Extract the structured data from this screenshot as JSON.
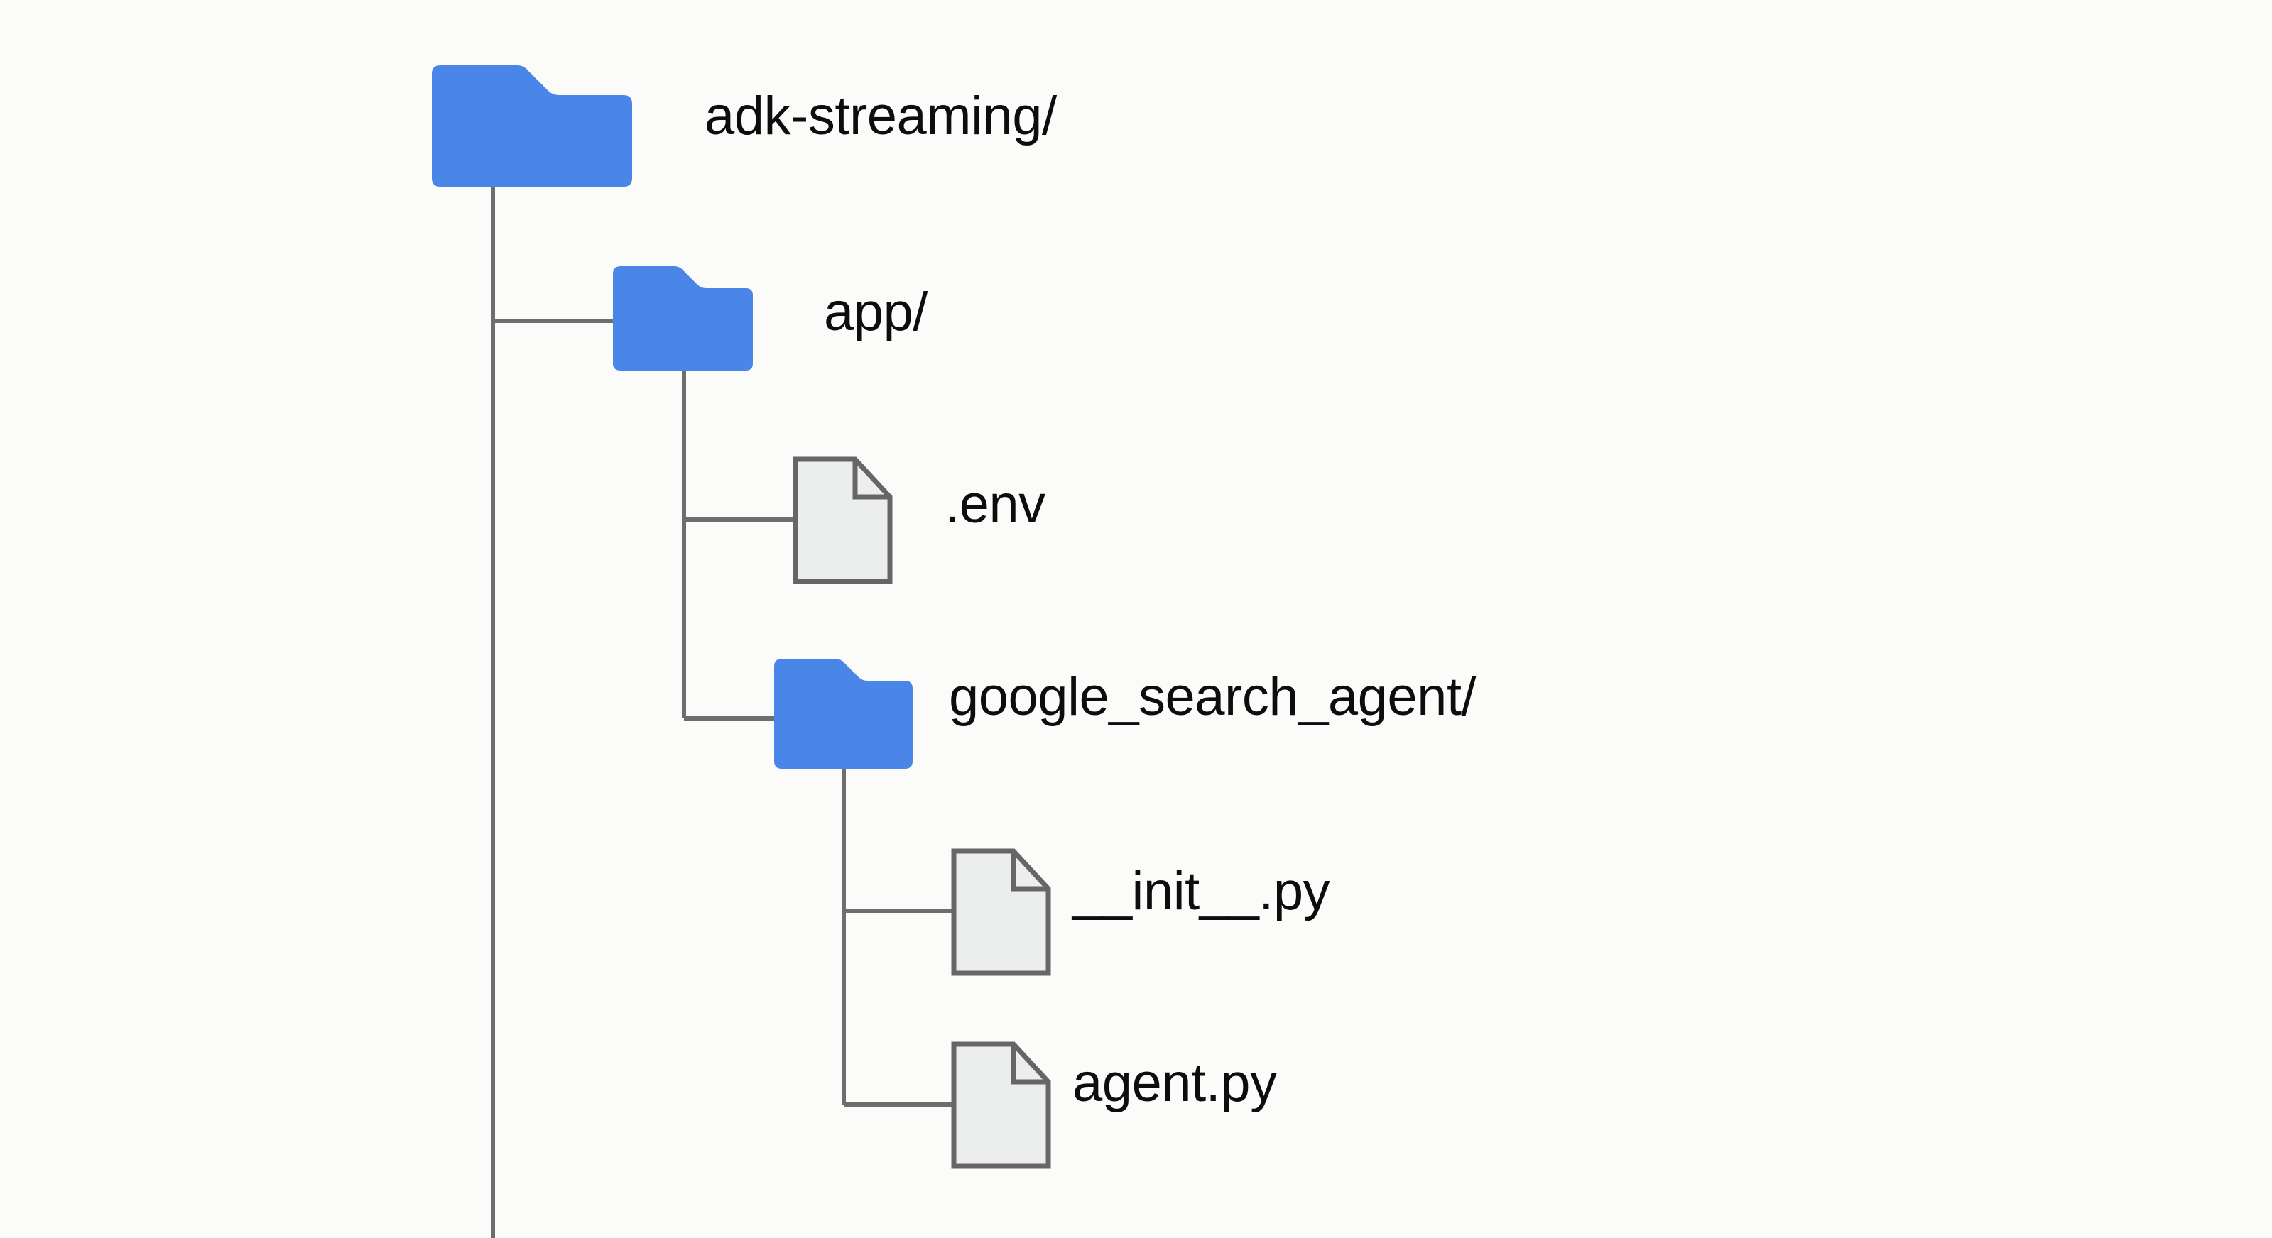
{
  "diagram": {
    "type": "directory-tree",
    "title": "adk-streaming project structure",
    "background_color": "#fbfbf9",
    "folder_color": "#4a86e8",
    "file_stroke_color": "#666666",
    "file_fill_color": "#eceded",
    "connector_color": "#6e6e6e",
    "text_color": "#0d0d0d",
    "nodes": [
      {
        "id": "root",
        "label": "adk-streaming/",
        "icon": "folder-icon",
        "kind": "folder",
        "depth": 0
      },
      {
        "id": "app",
        "label": "app/",
        "icon": "folder-icon",
        "kind": "folder",
        "depth": 1
      },
      {
        "id": "env",
        "label": ".env",
        "icon": "file-icon",
        "kind": "file",
        "depth": 2
      },
      {
        "id": "google_search_agent",
        "label": "google_search_agent/",
        "icon": "folder-icon",
        "kind": "folder",
        "depth": 2
      },
      {
        "id": "init_py",
        "label": "__init__.py",
        "icon": "file-icon",
        "kind": "file",
        "depth": 3
      },
      {
        "id": "agent_py",
        "label": "agent.py",
        "icon": "file-icon",
        "kind": "file",
        "depth": 3
      }
    ]
  }
}
